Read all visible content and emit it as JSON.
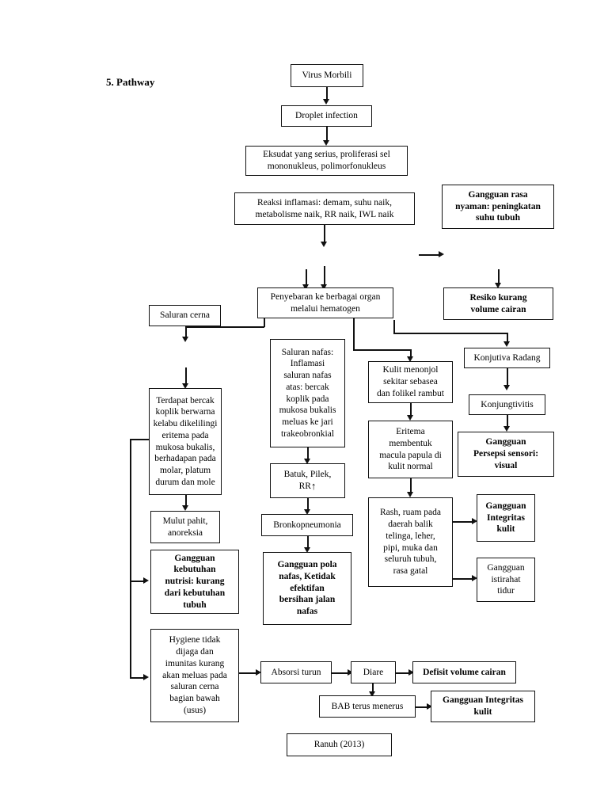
{
  "page": {
    "heading": "5. Pathway",
    "source_citation": "Ranuh (2013)"
  },
  "nodes": {
    "virus_morbili": "Virus Morbili",
    "droplet_infection": "Droplet infection",
    "eksudat": "Eksudat yang serius, proliferasi sel\nmononukleus, polimorfonukleus",
    "reaksi_inflamasi": "Reaksi inflamasi: demam, suhu naik,\nmetabolisme naik, RR naik, IWL naik",
    "gangguan_rasa_nyaman": "Gangguan rasa\nnyaman: peningkatan\nsuhu tubuh",
    "penyebaran": "Penyebaran ke berbagai organ\nmelalui hematogen",
    "resiko_kurang_volume": "Resiko kurang\nvolume cairan",
    "saluran_cerna": "Saluran cerna",
    "saluran_nafas": "Saluran nafas:\nInflamasi\nsaluran nafas\natas: bercak\nkoplik pada\nmukosa bukalis\nmeluas ke jari\ntrakeobronkial",
    "kulit_menonjol": "Kulit menonjol\nsekitar sebasea\ndan folikel rambut",
    "konjutiva_radang": "Konjutiva Radang",
    "konjungtivitis": "Konjungtivitis",
    "gangguan_persepsi": "Gangguan\nPersepsi sensori:\nvisual",
    "terdapat_bercak": "Terdapat bercak\nkoplik berwarna\nkelabu dikelilingi\neritema pada\nmukosa bukalis,\nberhadapan pada\nmolar, platum\ndurum dan mole",
    "batuk_pilek_prefix": "Batuk, Pilek,\nRR",
    "batuk_pilek_arrow": "↑",
    "eritema": "Eritema\nmembentuk\nmacula papula di\nkulit normal",
    "mulut_pahit": "Mulut pahit,\nanoreksia",
    "bronkopneumonia": "Bronkopneumonia",
    "rash": "Rash, ruam pada\ndaerah balik\ntelinga, leher,\npipi, muka dan\nseluruh tubuh,\nrasa gatal",
    "gangguan_integritas_kulit_1": "Gangguan\nIntegritas\nkulit",
    "gangguan_istirahat": "Gangguan\nistirahat\ntidur",
    "gangguan_nutrisi": "Gangguan\nkebutuhan\nnutrisi: kurang\ndari kebutuhan\ntubuh",
    "gangguan_pola_nafas": "Gangguan pola\nnafas, Ketidak\nefektifan\nbersihan jalan\nnafas",
    "hygiene": "Hygiene tidak\ndijaga dan\nimunitas kurang\nakan meluas pada\nsaluran cerna\nbagian bawah\n(usus)",
    "absorsi_turun": "Absorsi turun",
    "diare": "Diare",
    "defisit_volume_cairan": "Defisit volume cairan",
    "bab_terus": "BAB terus menerus",
    "gangguan_integritas_kulit_2": "Gangguan Integritas\nkulit",
    "citation": "Ranuh (2013)"
  },
  "colors": {
    "stroke": "#111111",
    "background": "#ffffff",
    "text": "#000000"
  }
}
